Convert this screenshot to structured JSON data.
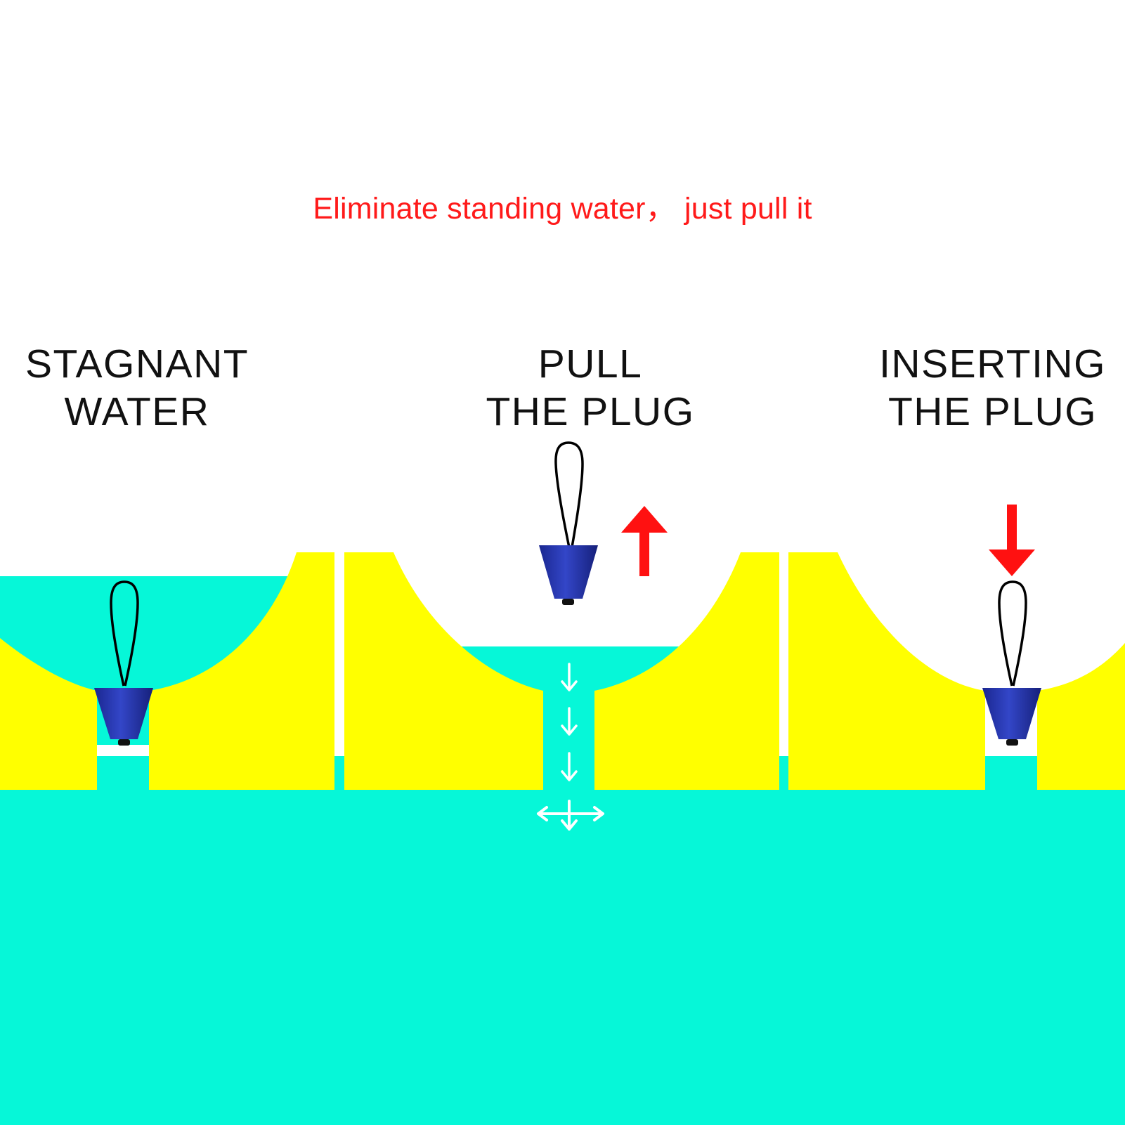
{
  "headline": {
    "text": "Eliminate standing water， just pull it",
    "color": "#ff1a1a"
  },
  "panels": [
    {
      "id": "stagnant",
      "line1": "STAGNANT",
      "line2": "WATER"
    },
    {
      "id": "pull",
      "line1": "PULL",
      "line2": "THE PLUG"
    },
    {
      "id": "insert",
      "line1": "INSERTING",
      "line2": "THE PLUG"
    }
  ],
  "colors": {
    "water": "#06f7d8",
    "hull": "#ffff00",
    "plug": "#2233b5",
    "cord": "#000000",
    "arrow_red": "#ff1111",
    "flow_arrows": "#ffffff",
    "background": "#ffffff",
    "label_text": "#111111"
  },
  "icons": {
    "pull_arrow": "red-up-arrow-icon",
    "insert_arrow": "red-down-arrow-icon",
    "flow": "white-down-arrows-icon",
    "spread": "white-spread-arrows-icon"
  }
}
